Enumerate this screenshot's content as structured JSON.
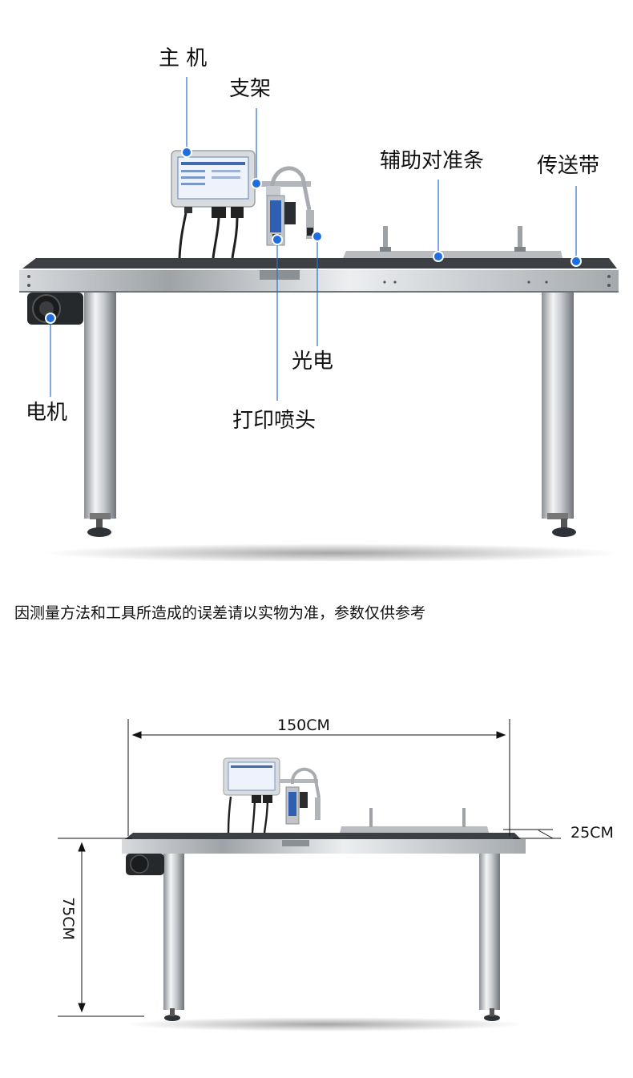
{
  "callouts": {
    "host": "主 机",
    "bracket": "支架",
    "alignment_strip": "辅助对准条",
    "conveyor_belt": "传送带",
    "photoelectric": "光电",
    "motor": "电机",
    "print_head": "打印喷头"
  },
  "note": "因测量方法和工具所造成的误差请以实物为准，参数仅供参考",
  "dimensions": {
    "length": "150CM",
    "height": "75CM",
    "width": "25CM"
  },
  "colors": {
    "callout_line": "#2b6fd1",
    "callout_dot": "#1e6ee0",
    "steel_light": "#e6e8ea",
    "steel_dark": "#6f7479",
    "belt": "#3c3f43"
  }
}
